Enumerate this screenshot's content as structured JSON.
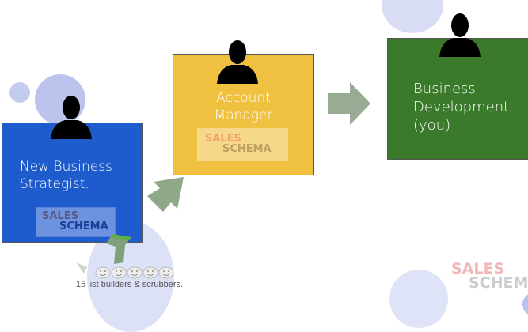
{
  "roles": [
    {
      "label_line1": "New Business",
      "label_line2": "Strategist."
    },
    {
      "label_line1": "Account",
      "label_line2": "Manager"
    },
    {
      "label_line1": "Business",
      "label_line2": "Development",
      "label_line3": "(you)"
    }
  ],
  "logo": {
    "line1": "SALES",
    "line2": "SCHEMA"
  },
  "caption": "15 list builders & scrubbers.",
  "colors": {
    "blue": "#1e5bcc",
    "yellow": "#f0c040",
    "green": "#3a7a2a",
    "arrow": "#8fa88a",
    "circle": "#d4d9f2"
  }
}
